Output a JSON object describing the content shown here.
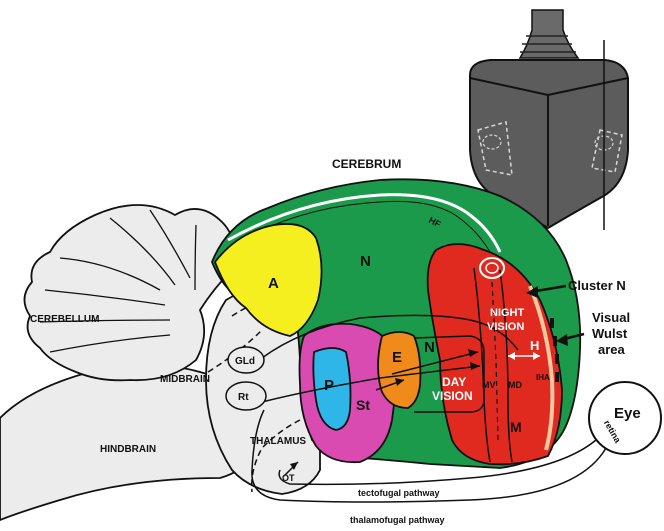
{
  "labels": {
    "cerebrum": "CEREBRUM",
    "cerebellum": "CEREBELLUM",
    "midbrain": "MIDBRAIN",
    "hindbrain": "HINDBRAIN",
    "thalamus": "THALAMUS",
    "hf": "HF",
    "n_upper": "N",
    "n_lower": "N",
    "a": "A",
    "p": "P",
    "e": "E",
    "st": "St",
    "gld": "GLd",
    "rt": "Rt",
    "ot": "OT",
    "night_vision_line1": "NIGHT",
    "night_vision_line2": "VISION",
    "day_vision_line1": "DAY",
    "day_vision_line2": "VISION",
    "mv": "MV",
    "md": "MD",
    "m": "M",
    "h": "H",
    "iha": "IHA",
    "cluster_n": "Cluster N",
    "visual_wulst_line1": "Visual",
    "visual_wulst_line2": "Wulst",
    "visual_wulst_line3": "area",
    "eye": "Eye",
    "retina": "retina",
    "tectofugal": "tectofugal pathway",
    "thalamofugal": "thalamofugal pathway"
  },
  "colors": {
    "nidopallium": "#1a9a4a",
    "arcopallium": "#f5ef1f",
    "pallidum": "#d94bb0",
    "entopallium": "#f08a1a",
    "nucleus_p": "#2fb6e8",
    "mesopallium": "#e02a1f",
    "brainstem": "#ececec",
    "inset_head": "#5c5c5c",
    "outline": "#111111"
  },
  "icons": {
    "cluster_n_arrow": "arrow-left-icon",
    "wulst_arrow": "arrow-left-icon",
    "eye": "eye-circle-icon",
    "inset": "bird-head-top-view-icon"
  }
}
